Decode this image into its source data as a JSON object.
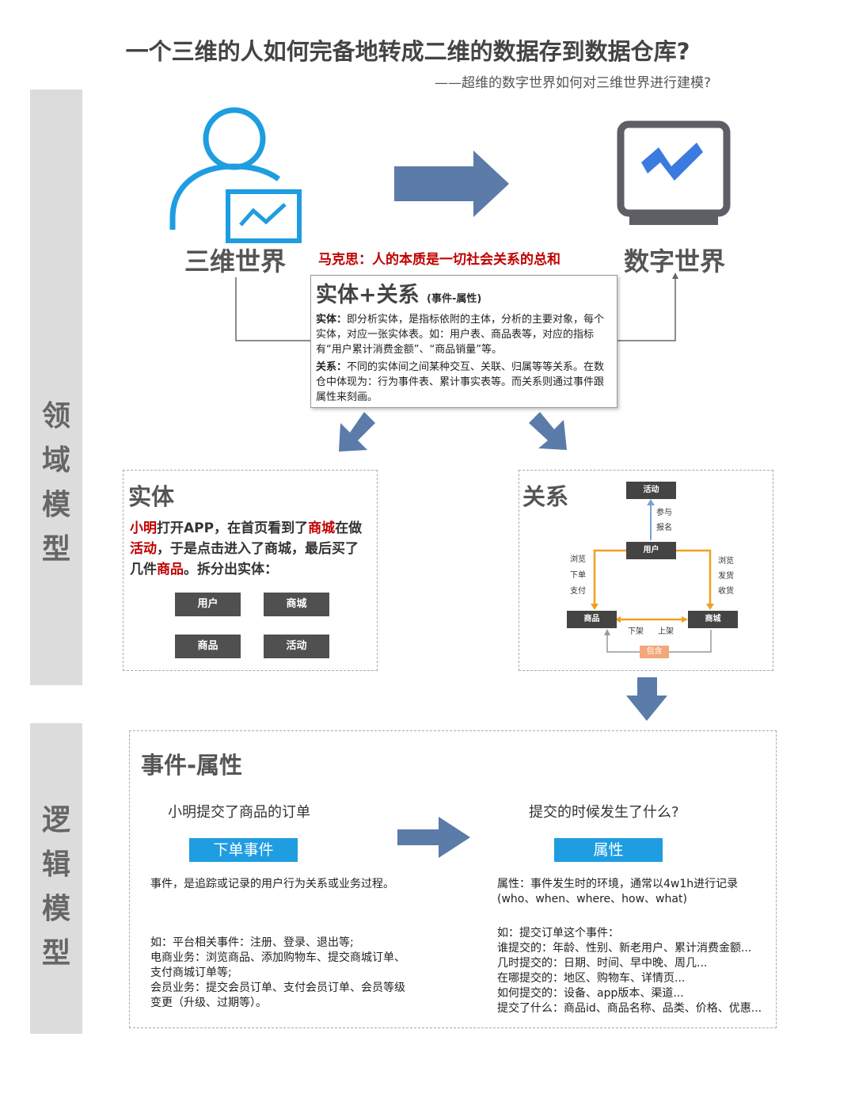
{
  "header": {
    "title": "一个三维的人如何完备地转成二维的数据存到数据仓库?",
    "subtitle": "——超维的数字世界如何对三维世界进行建模?"
  },
  "sidebar": {
    "domain_model": [
      "领",
      "域",
      "模",
      "型"
    ],
    "logic_model": [
      "逻",
      "辑",
      "模",
      "型"
    ]
  },
  "top": {
    "three_d_world": "三维世界",
    "digital_world": "数字世界",
    "quote": "马克思：人的本质是一切社会关系的总和"
  },
  "center_panel": {
    "heading": "实体+关系",
    "heading_note": "(事件-属性)",
    "entity_label": "实体：",
    "entity_text": "即分析实体，是指标依附的主体，分析的主要对象，每个实体，对应一张实体表。如：用户表、商品表等，对应的指标有“用户累计消费金额”、“商品销量”等。",
    "relation_label": "关系：",
    "relation_text": "不同的实体间之间某种交互、关联、归属等等关系。在数仓中体现为：行为事件表、累计事实表等。而关系则通过事件跟属性来刻画。"
  },
  "entity_panel": {
    "title": "实体",
    "story": [
      {
        "text": "小明",
        "red": true
      },
      {
        "text": "打开APP，在首页看到了",
        "red": false
      },
      {
        "text": "商城",
        "red": true
      },
      {
        "text": "在做",
        "red": false
      },
      {
        "text": "活动",
        "red": true
      },
      {
        "text": "，于是点击进入了商城，最后买了几件",
        "red": false
      },
      {
        "text": "商品",
        "red": true
      },
      {
        "text": "。拆分出实体：",
        "red": false
      }
    ],
    "boxes": [
      "用户",
      "商城",
      "商品",
      "活动"
    ]
  },
  "relation_panel": {
    "title": "关系",
    "nodes": {
      "activity": "活动",
      "user": "用户",
      "product": "商品",
      "mall": "商城"
    },
    "labels": {
      "join": "参与",
      "signup": "报名",
      "left": [
        "浏览",
        "下单",
        "支付"
      ],
      "right": [
        "浏览",
        "发货",
        "收货"
      ],
      "down": "下架",
      "up": "上架",
      "contain": "包含"
    }
  },
  "logic_panel": {
    "title": "事件-属性",
    "left_question": "小明提交了商品的订单",
    "right_question": "提交的时候发生了什么?",
    "event_button": "下单事件",
    "attr_button": "属性",
    "event_def": "事件，是追踪或记录的用户行为关系或业务过程。",
    "attr_def": "属性：事件发生时的环境，通常以4w1h进行记录",
    "attr_def2": "(who、when、where、how、what)",
    "event_examples": [
      "如：平台相关事件：注册、登录、退出等;",
      "电商业务：浏览商品、添加购物车、提交商城订单、",
      "支付商城订单等;",
      "会员业务：提交会员订单、支付会员订单、会员等级",
      "变更（升级、过期等）。"
    ],
    "attr_examples": [
      "如：提交订单这个事件：",
      "谁提交的：年龄、性别、新老用户、累计消费金额...",
      "几时提交的：日期、时间、早中晚、周几...",
      "在哪提交的：地区、购物车、详情页...",
      "如何提交的：设备、app版本、渠道...",
      "提交了什么：商品id、商品名称、品类、价格、优惠..."
    ]
  },
  "colors": {
    "accent_blue": "#1e9de1",
    "arrow_blue": "#5b7ba8",
    "red": "#c00000",
    "orange": "#f0a020",
    "sidebar_grey": "#dcdcdc"
  }
}
